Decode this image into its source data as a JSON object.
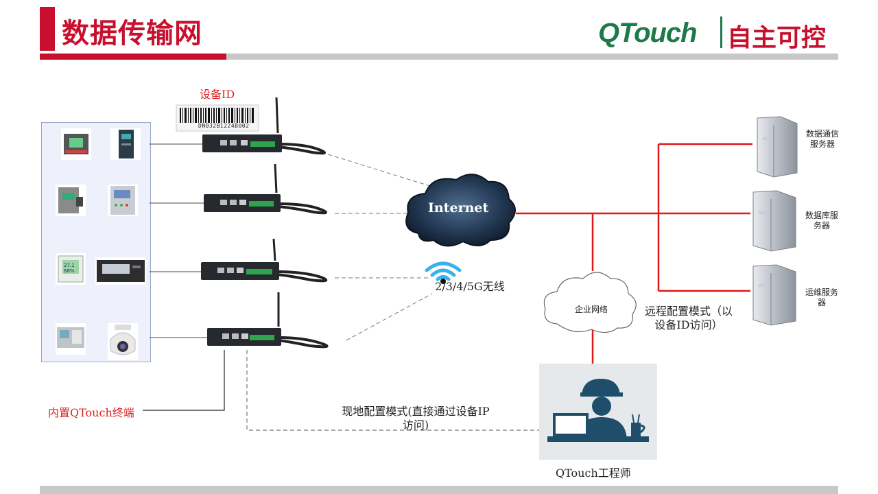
{
  "header": {
    "title": "数据传输网",
    "brand_latin": "QTouch",
    "brand_cn": "自主可控"
  },
  "diagram": {
    "device_id_label": "设备ID",
    "barcode_text": "DN032B1224B002",
    "internet_label": "Internet",
    "wireless_label": "2/3/4/5G无线",
    "enterprise_network_label": "企业网络",
    "remote_mode_label": "远程配置模式（以设备ID访问）",
    "onsite_mode_label": "现地配置模式(直接通过设备IP访问)",
    "terminal_label": "内置QTouch终端",
    "engineer_label": "QTouch工程师",
    "servers": [
      {
        "label": "数据通信服务器"
      },
      {
        "label": "数据库服务器"
      },
      {
        "label": "运维服务器"
      }
    ]
  },
  "colors": {
    "accent_red": "#c8102e",
    "link_red": "#e02020",
    "brand_green": "#1d7a4a",
    "rule_gray": "#c8c8c8",
    "engineer_blue": "#1f4e6b"
  }
}
